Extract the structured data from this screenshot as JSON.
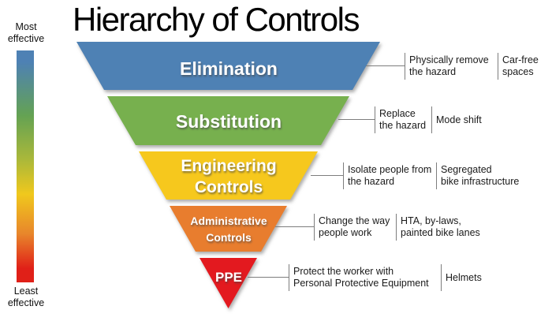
{
  "title": "Hierarchy of Controls",
  "effectiveness_scale": {
    "top_label": "Most\neffective",
    "bottom_label": "Least\neffective",
    "gradient_colors": [
      "#4e81b4",
      "#64a253",
      "#aab83a",
      "#f0c81d",
      "#e8862b",
      "#e02018"
    ]
  },
  "levels": [
    {
      "name": "Elimination",
      "color": "#4e81b4",
      "description": "Physically remove\nthe hazard",
      "example": "Car-free\nspaces"
    },
    {
      "name": "Substitution",
      "color": "#77b04e",
      "description": "Replace\nthe hazard",
      "example": "Mode shift"
    },
    {
      "name": "Engineering\nControls",
      "color": "#f6c81d",
      "description": "Isolate people from\nthe hazard",
      "example": "Segregated\nbike infrastructure"
    },
    {
      "name": "Administrative\nControls",
      "color": "#e87d2e",
      "description": "Change the way\npeople work",
      "example": "HTA, by-laws,\npainted bike lanes"
    },
    {
      "name": "PPE",
      "color": "#e3191f",
      "description": "Protect the worker with\nPersonal Protective Equipment",
      "example": "Helmets"
    }
  ]
}
